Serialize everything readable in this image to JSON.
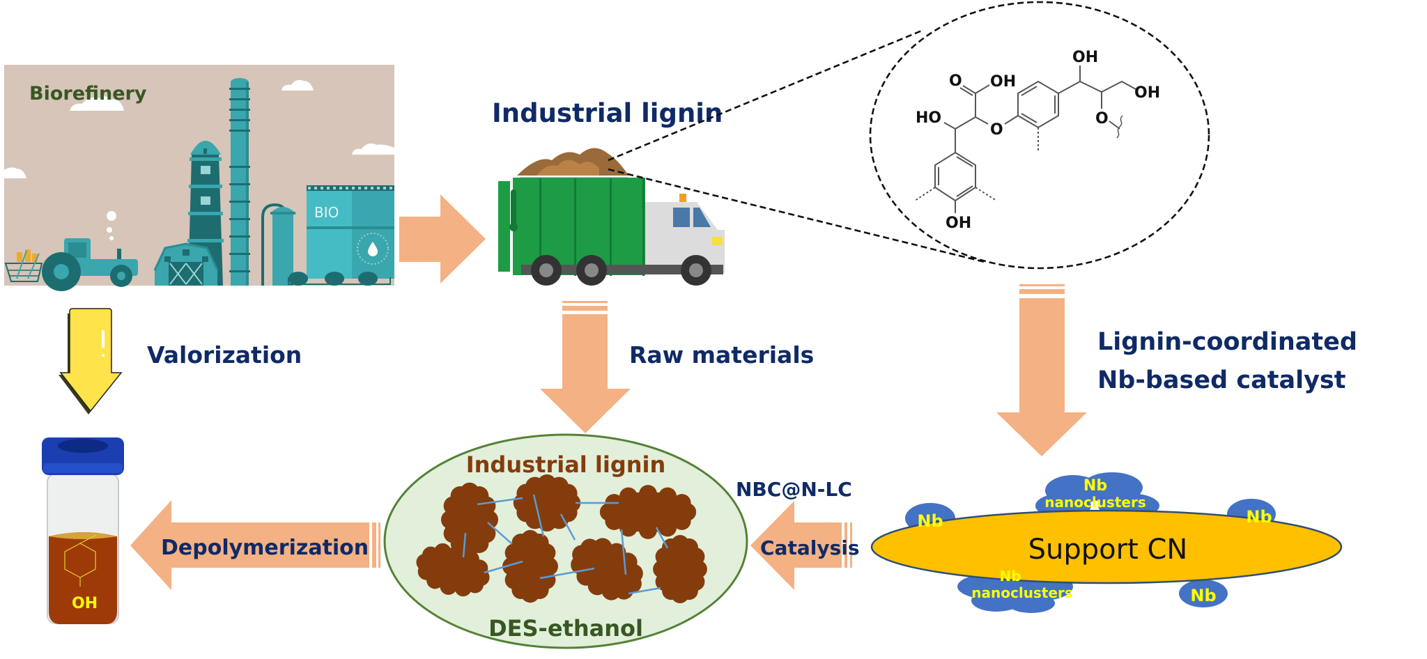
{
  "colors": {
    "navy_text": "#0f2a66",
    "arrow_orange": "#f4b183",
    "brown_lignin": "#843c0c",
    "dark_green_text": "#385723",
    "ellipse_green_fill": "#e2efda",
    "ellipse_green_stroke": "#548235",
    "support_yellow": "#ffc000",
    "nb_blue": "#4472c4",
    "nb_text_yellow": "#ffff00",
    "link_blue": "#5b9bd5",
    "valorization_arrow": "#ffe34a",
    "biorefinery_bg": "#d6c5b8",
    "teal": "#3aa6ad",
    "dark_teal": "#1d6d70",
    "truck_green": "#1e9b45"
  },
  "biorefinery": {
    "title": "Biorefinery",
    "tank_label": "BIO"
  },
  "truck": {
    "title": "Industrial lignin"
  },
  "labels": {
    "valorization": "Valorization",
    "raw_materials": "Raw materials",
    "catalyst_line1": "Lignin-coordinated",
    "catalyst_line2": "Nb-based catalyst",
    "depolymerization": "Depolymerization",
    "catalysis": "Catalysis",
    "catalyst_name": "NBC@N-LC"
  },
  "reaction_ellipse": {
    "top_label": "Industrial lignin",
    "bottom_label": "DES-ethanol"
  },
  "support": {
    "label": "Support CN",
    "nb": "Nb",
    "nanoclusters_line1": "Nb",
    "nanoclusters_line2": "nanoclusters"
  },
  "vial": {
    "product_group": "OH"
  },
  "molecule": {
    "groups": [
      "O",
      "OH",
      "HO",
      "O",
      "OH",
      "OH",
      "OH",
      "O"
    ]
  }
}
